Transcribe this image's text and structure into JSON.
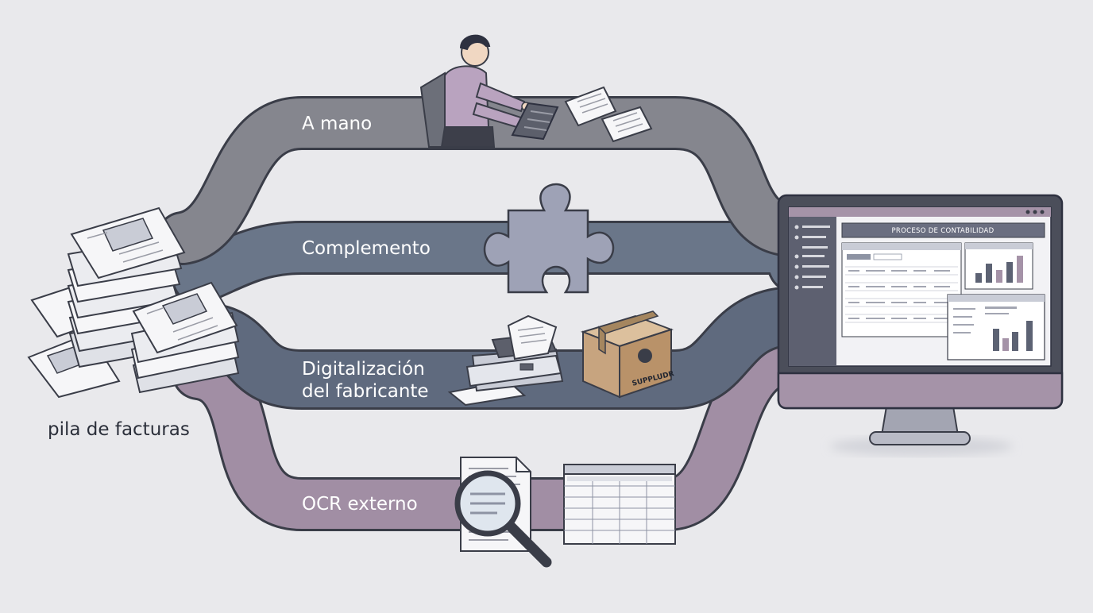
{
  "diagram": {
    "source_label": "pila de facturas",
    "routes": [
      {
        "id": "manual",
        "lines": [
          "A mano"
        ],
        "color": "#85868e"
      },
      {
        "id": "plugin",
        "lines": [
          "Complemento"
        ],
        "color": "#6a7689"
      },
      {
        "id": "vendor",
        "lines": [
          "Digitalización",
          "del fabricante"
        ],
        "color": "#5f6a7e"
      },
      {
        "id": "ocr",
        "lines": [
          "OCR externo"
        ],
        "color": "#a18ea4"
      }
    ],
    "monitor": {
      "screen_title": "PROCESO DE CONTABILIDAD"
    },
    "box_label": "SUPPLUDR"
  },
  "colors": {
    "background": "#e9e9ec",
    "outline": "#3a3d48",
    "paper": "#f6f6f8",
    "accent_purple": "#a18ea4",
    "chart_bar_dark": "#5c6273",
    "chart_bar_light": "#a593a8",
    "box_brown": "#c7a47f"
  },
  "icons": [
    "person-typing-icon",
    "puzzle-piece-icon",
    "scanner-icon",
    "cardboard-box-icon",
    "magnifier-icon",
    "spreadsheet-icon",
    "monitor-icon",
    "paper-stack-icon"
  ]
}
